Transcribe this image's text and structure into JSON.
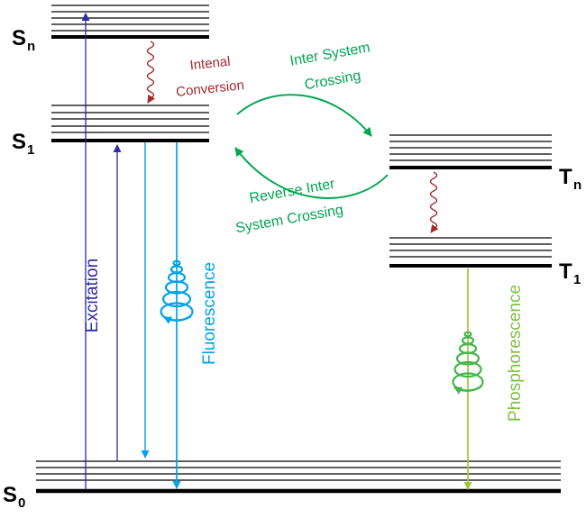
{
  "diagram": {
    "levels": {
      "sn": {
        "symbol": "S",
        "subscript": "n"
      },
      "s1": {
        "symbol": "S",
        "subscript": "1"
      },
      "s0": {
        "symbol": "S",
        "subscript": "0"
      },
      "tn": {
        "symbol": "T",
        "subscript": "n"
      },
      "t1": {
        "symbol": "T",
        "subscript": "1"
      }
    },
    "transitions": {
      "excitation": {
        "label": "Excitation",
        "color": "#2b2ba6"
      },
      "fluorescence": {
        "label": "Fluorescence",
        "color": "#00a3e8"
      },
      "phosphorescence": {
        "label": "Phosphorescence",
        "arrow_color": "#9cc832",
        "coil_color": "#45b54a",
        "text_color": "#7cc143"
      },
      "internal_conversion": {
        "label_line1": "Intenal",
        "label_line2": "Conversion",
        "color": "#a52a2a"
      },
      "intersystem_crossing": {
        "label_line1": "Inter System",
        "label_line2": "Crossing",
        "color": "#00a651"
      },
      "reverse_intersystem_crossing": {
        "label_line1": "Reverse Inter",
        "label_line2": "System Crossing",
        "color": "#00a651"
      }
    },
    "level_color": "#000000"
  }
}
